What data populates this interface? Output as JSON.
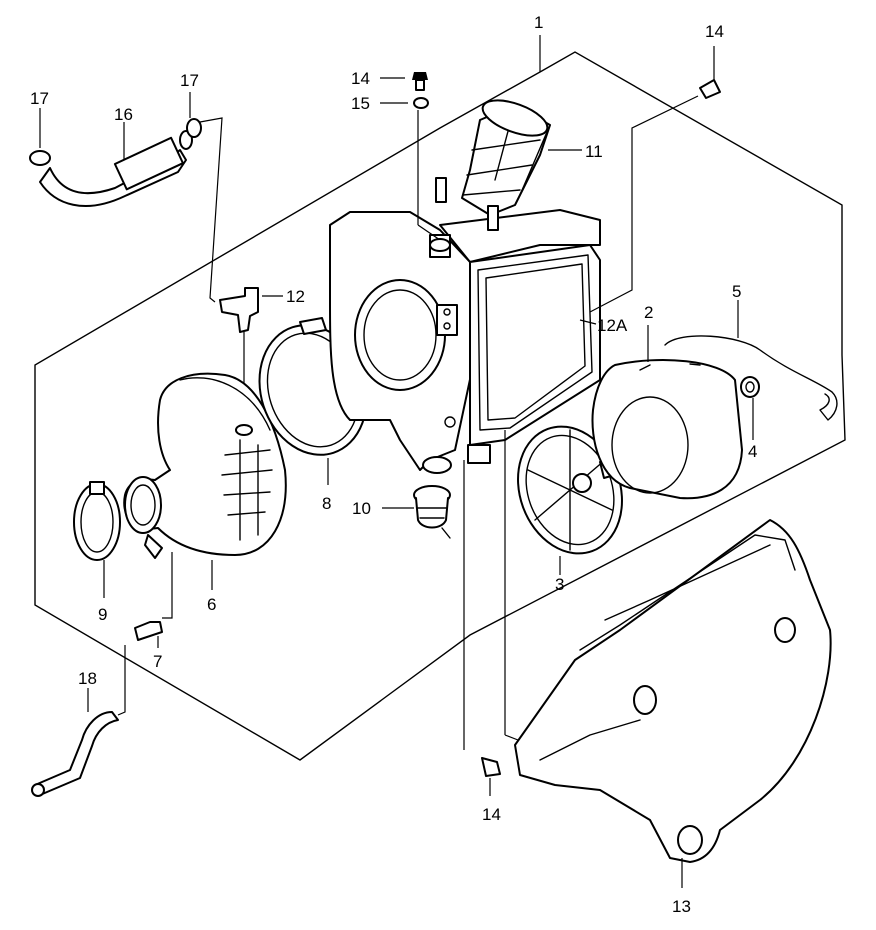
{
  "callouts": {
    "c1": "1",
    "c2": "2",
    "c3": "3",
    "c4": "4",
    "c5": "5",
    "c6": "6",
    "c7": "7",
    "c8": "8",
    "c9": "9",
    "c10": "10",
    "c11": "11",
    "c12": "12",
    "c12a": "12A",
    "c13": "13",
    "c14_top": "14",
    "c14_right": "14",
    "c14_bottom": "14",
    "c15": "15",
    "c16": "16",
    "c17_left": "17",
    "c17_right": "17",
    "c18": "18"
  }
}
